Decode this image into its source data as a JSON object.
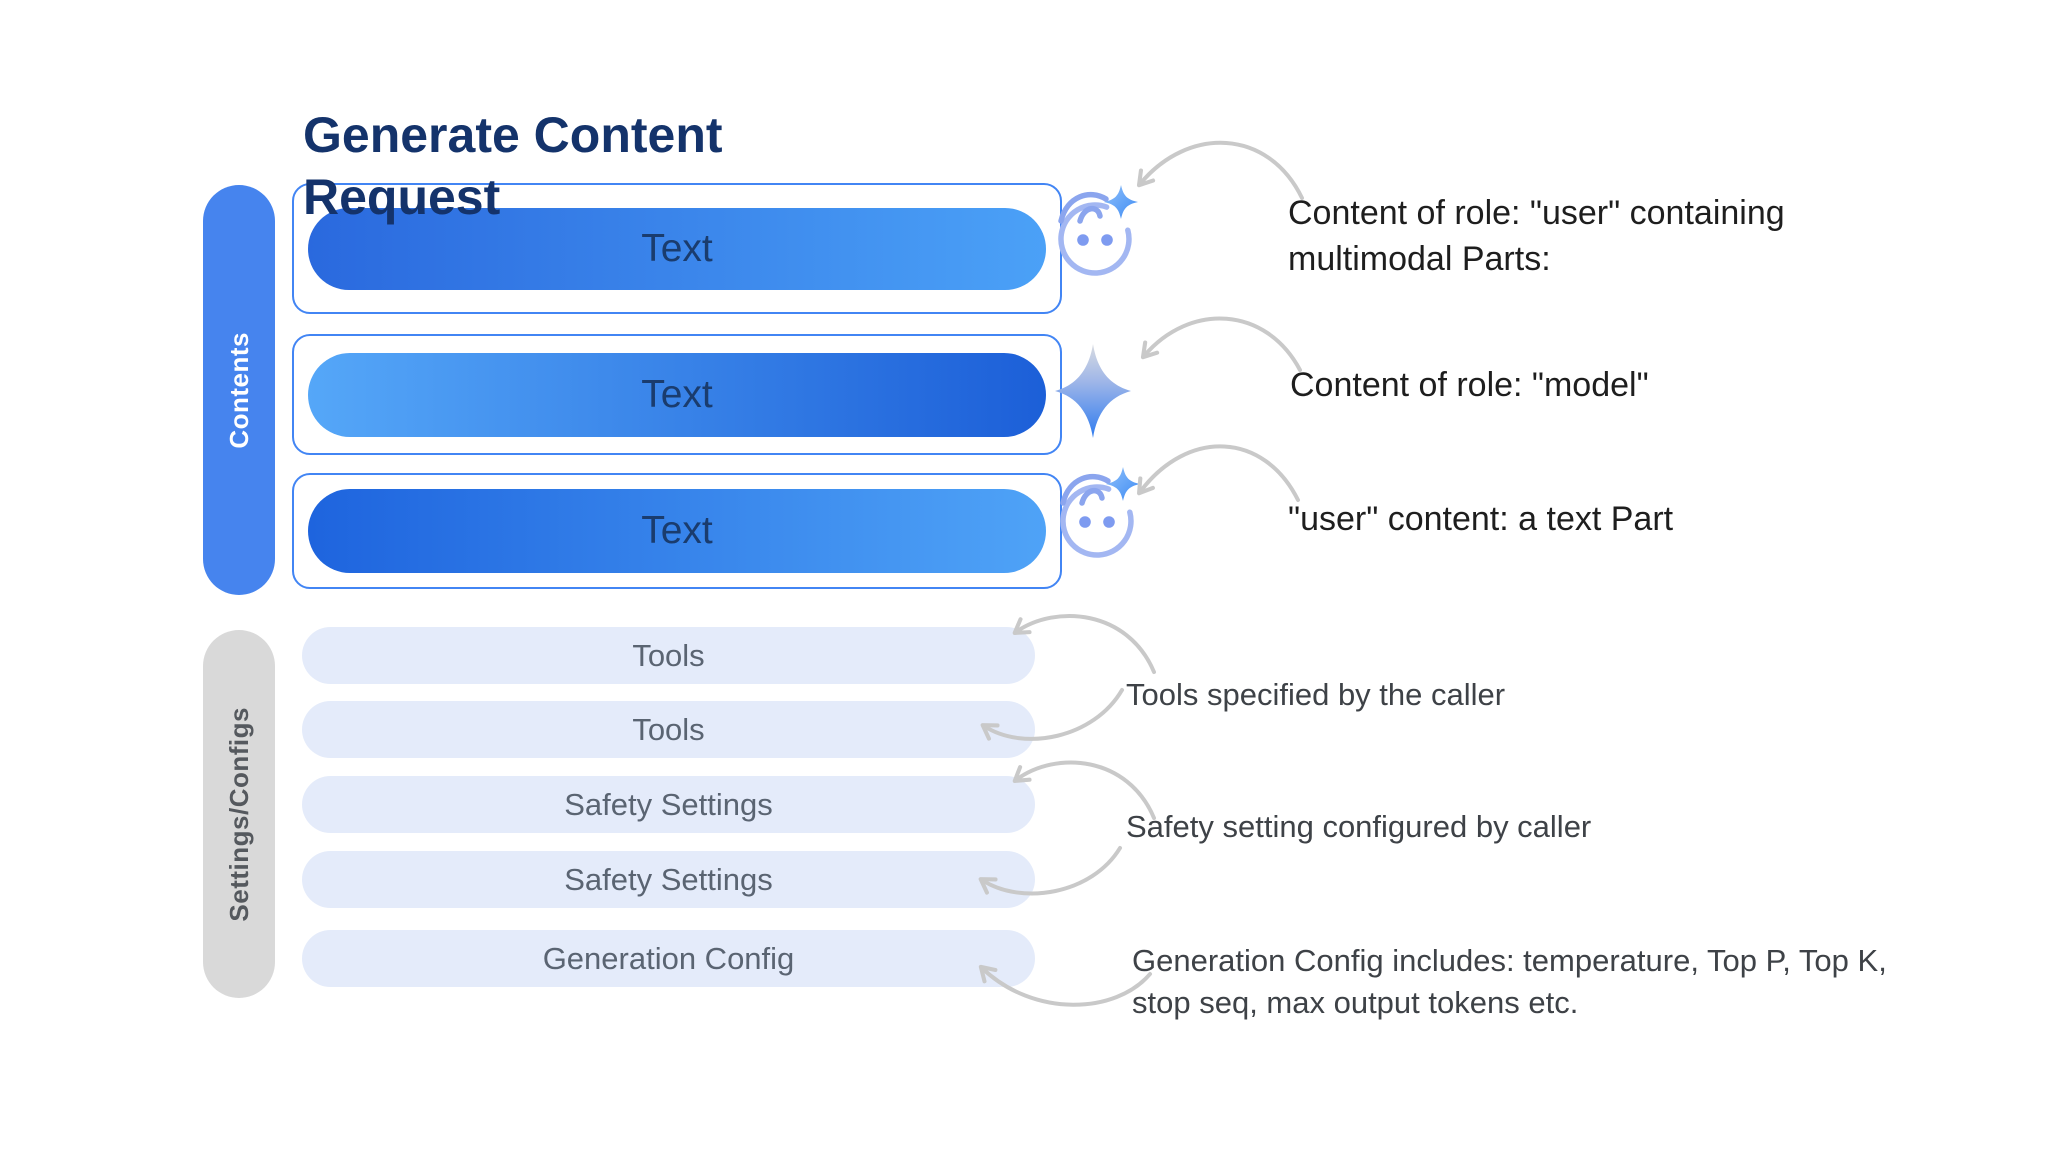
{
  "title": "Generate Content Request",
  "sidebars": {
    "contents": "Contents",
    "settings": "Settings/Configs"
  },
  "contents_rows": [
    {
      "label": "Text",
      "icon": "face-sparkle-icon",
      "annotation": "Content of role: \"user\" containing multimodal Parts:"
    },
    {
      "label": "Text",
      "icon": "gemini-sparkle-icon",
      "annotation": "Content of role: \"model\""
    },
    {
      "label": "Text",
      "icon": "face-sparkle-icon",
      "annotation": "\"user\" content: a text Part"
    }
  ],
  "settings_pills": [
    {
      "label": "Tools"
    },
    {
      "label": "Tools"
    },
    {
      "label": "Safety Settings"
    },
    {
      "label": "Safety Settings"
    },
    {
      "label": "Generation Config"
    }
  ],
  "settings_annotations": [
    {
      "text": "Tools specified by the caller"
    },
    {
      "text": "Safety setting configured by caller"
    },
    {
      "text": "Generation Config includes: temperature, Top P, Top K, stop seq, max output tokens etc."
    }
  ],
  "colors": {
    "title_navy": "#14336B",
    "accent_blue": "#4285F4",
    "contents_sidebar_bg": "#4684EE",
    "settings_sidebar_bg": "#D9D9D9",
    "pill_gradient_dark": "#1C5FD8",
    "pill_gradient_light": "#55A7F8",
    "settings_pill_bg": "#E4EBFA",
    "settings_pill_text": "#5A6472",
    "annotation_text": "#1E1E1E",
    "arrow_gray": "#C9C9C9",
    "face_icon_stroke": "#A3B7F2",
    "sparkle_blue": "#4E96F6"
  }
}
